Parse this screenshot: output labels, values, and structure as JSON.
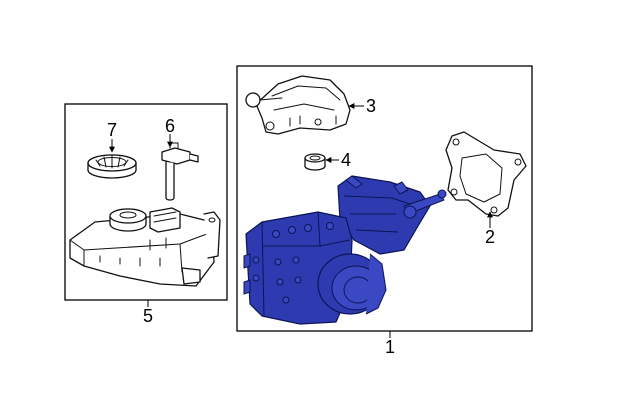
{
  "callouts": {
    "c1": "1",
    "c2": "2",
    "c3": "3",
    "c4": "4",
    "c5": "5",
    "c6": "6",
    "c7": "7"
  },
  "colors": {
    "highlight": "#2e3bb0",
    "line": "#111111",
    "background": "#ffffff"
  }
}
